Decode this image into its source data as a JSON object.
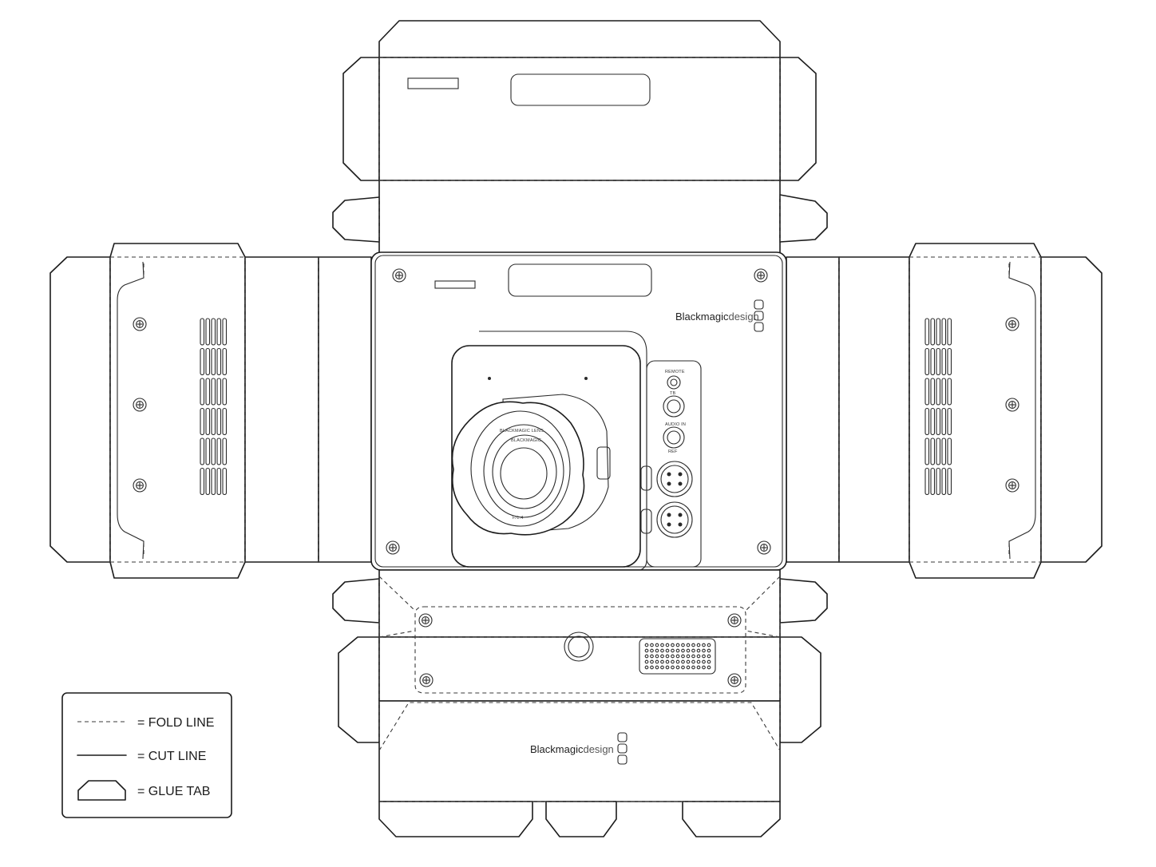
{
  "brand": {
    "prefix": "Blackmagic",
    "suffix": "design"
  },
  "front_panel": {
    "ports": [
      "REMOTE",
      "TB",
      "AUDIO IN",
      "REF"
    ],
    "lens_ring_top": "BLACKMAGIC LENS",
    "lens_ring_mid": "BLACKMAGIC",
    "lens_ring_bottom": "F/1.4"
  },
  "legend": {
    "items": [
      {
        "symbol": "fold",
        "label": "= FOLD LINE"
      },
      {
        "symbol": "cut",
        "label": "= CUT LINE"
      },
      {
        "symbol": "glue",
        "label": "= GLUE TAB"
      }
    ]
  }
}
